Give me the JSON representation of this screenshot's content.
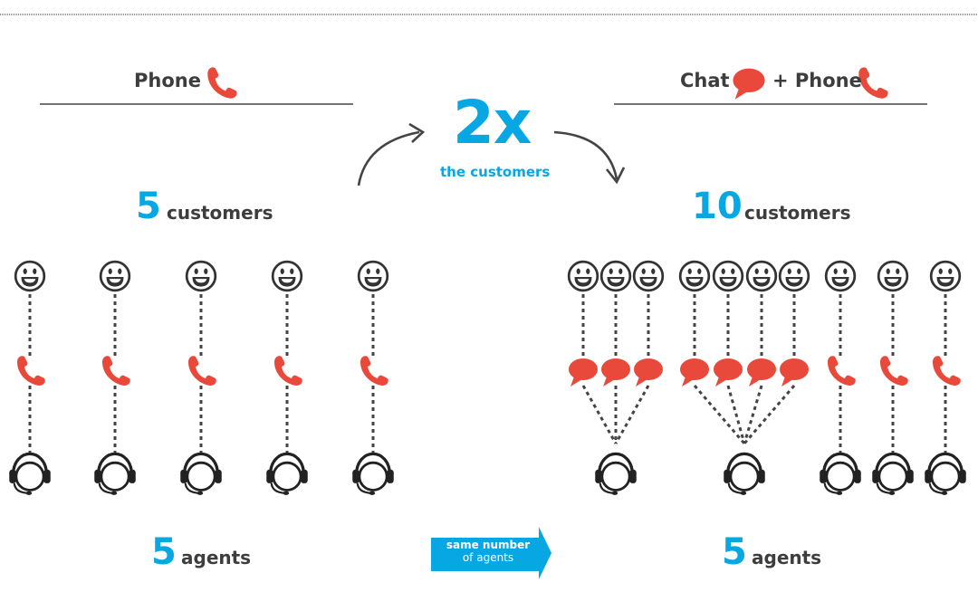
{
  "left_panel": {
    "header": "Phone",
    "header_icon": "phone-icon",
    "customers_count": "5",
    "customers_label": "customers",
    "agents_count": "5",
    "agents_label": "agents"
  },
  "right_panel": {
    "header_chat": "Chat",
    "header_plus": "+ Phone",
    "header_icons": [
      "chat-bubble-icon",
      "phone-icon"
    ],
    "customers_count": "10",
    "customers_label": "customers",
    "agents_count": "5",
    "agents_label": "agents"
  },
  "center": {
    "multiplier": "2x",
    "multiplier_caption": "the customers",
    "arrow_line1": "same number",
    "arrow_line2": "of agents"
  },
  "colors": {
    "blue": "#06a7e2",
    "red": "#e8493a",
    "dark": "#3d3d3d"
  },
  "icons": {
    "customer": "smiley-face-icon",
    "agent": "headset-agent-icon",
    "phone": "phone-icon",
    "chat": "chat-bubble-icon"
  }
}
